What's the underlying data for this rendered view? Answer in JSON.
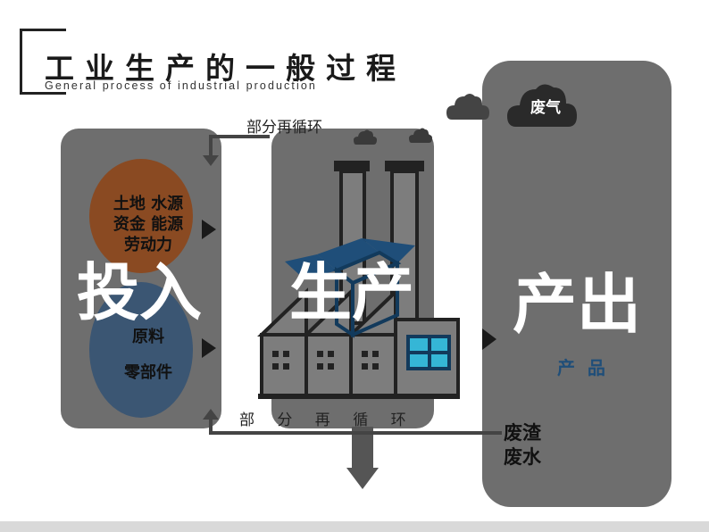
{
  "title": {
    "cn": "工业生产的一般过程",
    "en": "General process of industrial production"
  },
  "input": {
    "label": "投入",
    "resources_group": [
      "土地 水源",
      "资金 能源",
      "劳动力"
    ],
    "materials_group": [
      "原料",
      "零部件"
    ]
  },
  "production": {
    "label": "生产"
  },
  "output": {
    "label": "产出",
    "product": "产  品",
    "exhaust": "废气",
    "solid_liquid_waste": [
      "废渣",
      "废水"
    ]
  },
  "recycle": {
    "top": "部分再循环",
    "bottom": "部 分 再 循 环"
  },
  "icons": [
    "cloud-icon",
    "factory-icon",
    "arrow-right-icon",
    "arrow-down-icon"
  ],
  "colors": {
    "panel": "#6e6e6e",
    "resources_circle": "#8a4a22",
    "materials_circle": "#3b5673",
    "product_text": "#1f4e79",
    "factory_teal": "#35b6d6",
    "factory_navy": "#123a5c"
  }
}
